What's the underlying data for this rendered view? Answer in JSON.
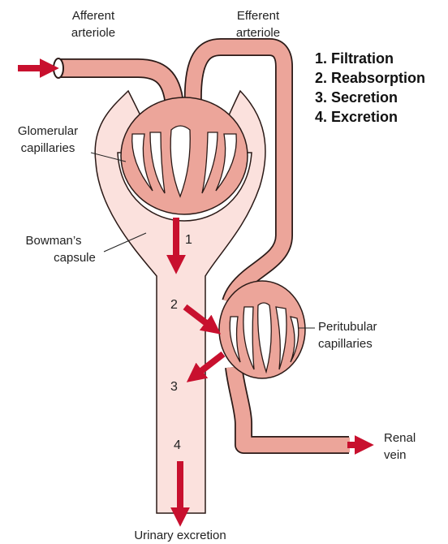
{
  "labels": {
    "afferent_1": "Afferent",
    "afferent_2": "arteriole",
    "efferent_1": "Efferent",
    "efferent_2": "arteriole",
    "glomerular_1": "Glomerular",
    "glomerular_2": "capillaries",
    "bowman_1": "Bowman’s",
    "bowman_2": "capsule",
    "peritubular_1": "Peritubular",
    "peritubular_2": "capillaries",
    "renal_1": "Renal",
    "renal_2": "vein",
    "urinary": "Urinary excretion"
  },
  "legend": [
    "1. Filtration",
    "2. Reabsorption",
    "3. Secretion",
    "4. Excretion"
  ],
  "steps": {
    "s1": "1",
    "s2": "2",
    "s3": "3",
    "s4": "4"
  },
  "colors": {
    "vessel": "#ECA59A",
    "vessel_stroke": "#2B1A17",
    "capsule": "#FBE1DD",
    "arrow": "#C8102E"
  }
}
